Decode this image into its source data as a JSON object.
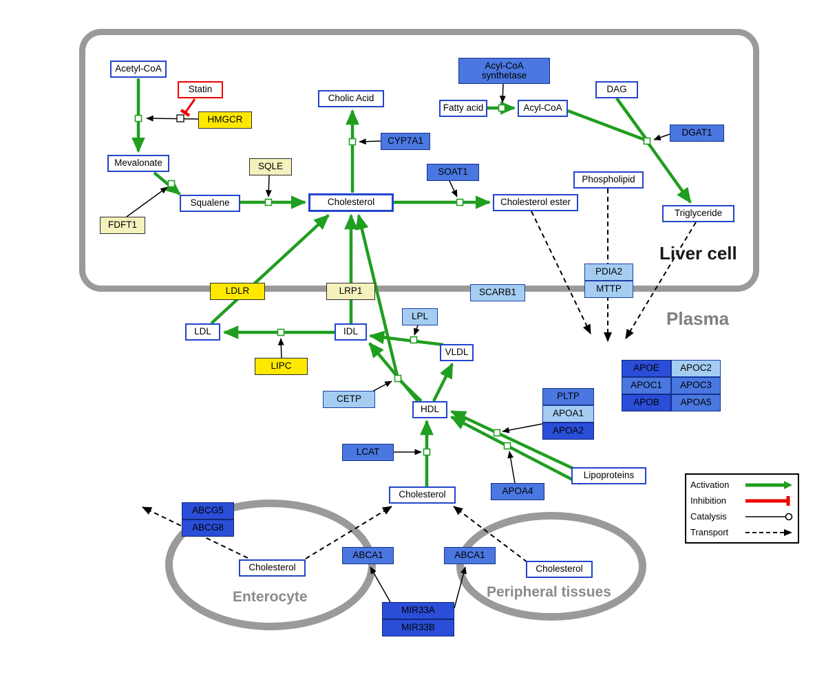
{
  "compartments": {
    "liver_cell": "Liver cell",
    "plasma": "Plasma",
    "enterocyte": "Enterocyte",
    "peripheral_tissues": "Peripheral tissues"
  },
  "nodes": {
    "acetyl_coa": "Acetyl-CoA",
    "statin": "Statin",
    "hmgcr": "HMGCR",
    "mevalonate": "Mevalonate",
    "sqle": "SQLE",
    "fdft1": "FDFT1",
    "squalene": "Squalene",
    "cholesterol": "Cholesterol",
    "cholic_acid": "Cholic Acid",
    "cyp7a1": "CYP7A1",
    "soat1": "SOAT1",
    "cholesterol_ester": "Cholesterol ester",
    "acyl_coa_synthetase": "Acyl-CoA synthetase",
    "fatty_acid": "Fatty acid",
    "acyl_coa": "Acyl-CoA",
    "dag": "DAG",
    "dgat1": "DGAT1",
    "phospholipid": "Phospholipid",
    "triglyceride": "Triglyceride",
    "pdia2": "PDIA2",
    "mttp": "MTTP",
    "ldlr": "LDLR",
    "lrp1": "LRP1",
    "scarb1": "SCARB1",
    "ldl": "LDL",
    "idl": "IDL",
    "lpl": "LPL",
    "vldl": "VLDL",
    "lipc": "LIPC",
    "cetp": "CETP",
    "hdl": "HDL",
    "lcat": "LCAT",
    "pltp": "PLTP",
    "apoa1": "APOA1",
    "apoa2": "APOA2",
    "apoa4": "APOA4",
    "lipoproteins": "Lipoproteins",
    "apoe": "APOE",
    "apoc2": "APOC2",
    "apoc1": "APOC1",
    "apoc3": "APOC3",
    "apob": "APOB",
    "apoa5": "APOA5",
    "cholesterol_plasma": "Cholesterol",
    "abcg5": "ABCG5",
    "abcg8": "ABCG8",
    "cholesterol_enterocyte": "Cholesterol",
    "abca1_left": "ABCA1",
    "abca1_right": "ABCA1",
    "cholesterol_peripheral": "Cholesterol",
    "mir33a": "MIR33A",
    "mir33b": "MIR33B"
  },
  "legend": {
    "activation": "Activation",
    "inhibition": "Inhibition",
    "catalysis": "Catalysis",
    "transport": "Transport"
  },
  "colors": {
    "activation": "#1f9e1f",
    "inhibition": "#ee0000",
    "catalysis": "#000000",
    "transport": "#000000",
    "metabolite_border": "#2244cc",
    "gene_yellow": "#ffe800",
    "gene_pale_yellow": "#f5f1bd",
    "gene_blue_light": "#a5cdf2",
    "gene_blue_medium": "#4a77e0",
    "gene_blue_dark": "#2a4ed8",
    "compartment_border": "#9a9a9a"
  }
}
